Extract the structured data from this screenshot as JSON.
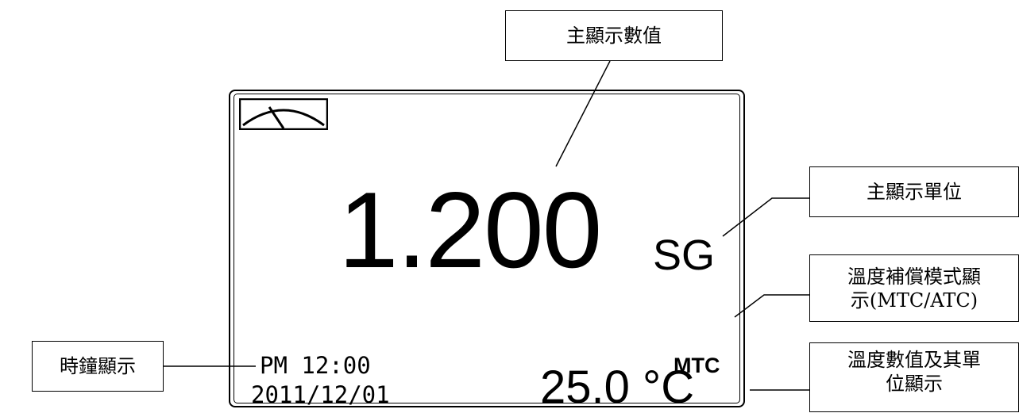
{
  "display": {
    "main_value": "1.200",
    "main_unit": "SG",
    "temp_mode": "MTC",
    "temperature": "25.0 °C",
    "time": "PM 12:00",
    "date": "2011/12/01",
    "gauge_icon": "gauge-icon"
  },
  "callouts": {
    "main_value": "主顯示數值",
    "main_unit": "主顯示單位",
    "temp_mode_line1": "溫度補償模式顯",
    "temp_mode_line2": "示(MTC/ATC)",
    "temp_value_line1": "溫度數值及其單",
    "temp_value_line2": "位顯示",
    "clock": "時鐘顯示"
  }
}
